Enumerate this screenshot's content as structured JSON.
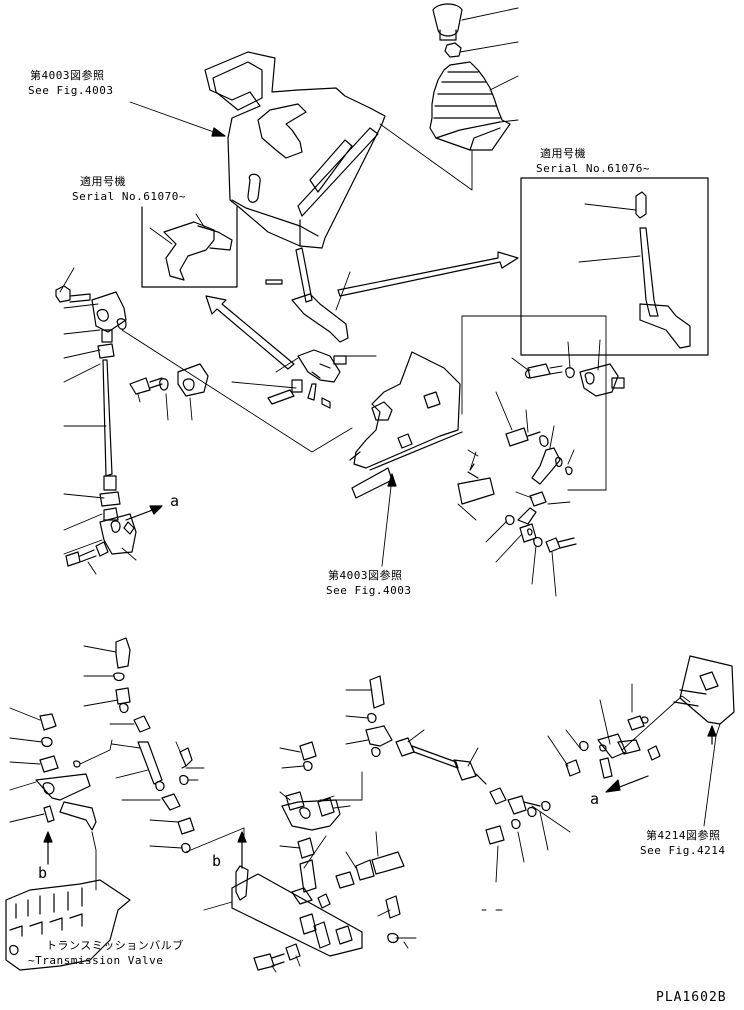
{
  "refs": {
    "top_left": {
      "jp": "第4003図参照",
      "en": "See Fig.4003"
    },
    "middle": {
      "jp": "第4003図参照",
      "en": "See Fig.4003"
    },
    "right": {
      "jp": "第4214図参照",
      "en": "See Fig.4214"
    }
  },
  "serials": {
    "left": {
      "jp": "適用号機",
      "en": "Serial No.61070~"
    },
    "right": {
      "jp": "適用号機",
      "en": "Serial No.61076~"
    }
  },
  "markers": {
    "a1": "a",
    "a2": "a",
    "b1": "b",
    "b2": "b"
  },
  "valve": {
    "jp": "トランスミッションバルブ",
    "en": "~Transmission Valve"
  },
  "figure_id": "PLA1602B"
}
